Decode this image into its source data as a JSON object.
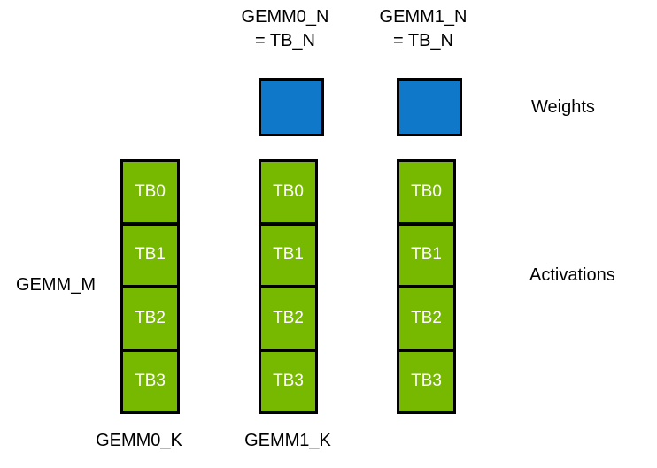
{
  "diagram": {
    "colors": {
      "green": "#76B900",
      "blue": "#0F78C8",
      "border": "#000000",
      "tb_text": "#ffffff",
      "label_text": "#000000",
      "background": "#ffffff"
    },
    "top_labels": [
      {
        "line1": "GEMM0_N",
        "line2": "= TB_N"
      },
      {
        "line1": "GEMM1_N",
        "line2": "= TB_N"
      }
    ],
    "weights_label": "Weights",
    "activations_label": "Activations",
    "gemm_m_label": "GEMM_M",
    "bottom_labels": [
      "GEMM0_K",
      "GEMM1_K"
    ],
    "columns": [
      {
        "blocks": [
          "TB0",
          "TB1",
          "TB2",
          "TB3"
        ]
      },
      {
        "blocks": [
          "TB0",
          "TB1",
          "TB2",
          "TB3"
        ]
      },
      {
        "blocks": [
          "TB0",
          "TB1",
          "TB2",
          "TB3"
        ]
      }
    ]
  }
}
